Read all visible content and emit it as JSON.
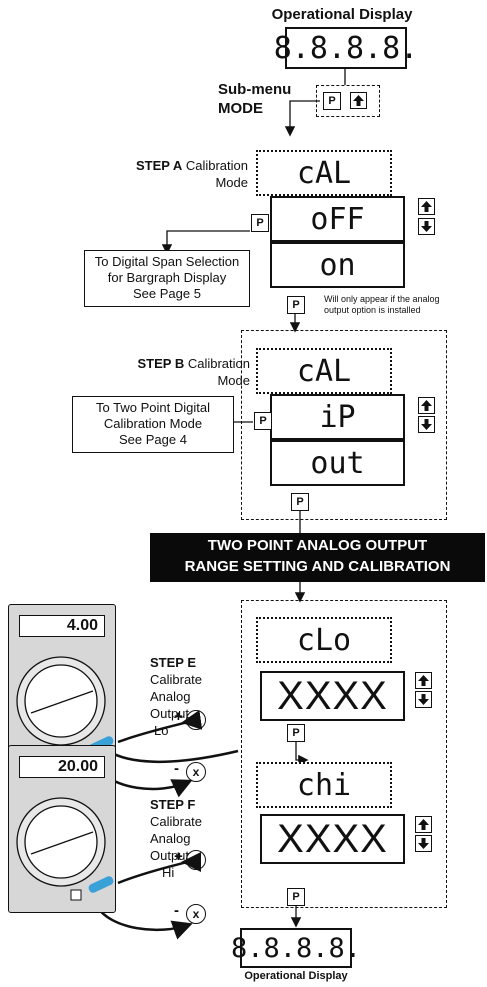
{
  "top": {
    "title": "Operational Display",
    "display": "8.8.8.8."
  },
  "submenu": {
    "label_line1": "Sub-menu",
    "label_line2": "MODE",
    "p_button": "P"
  },
  "step_a": {
    "step": "STEP A",
    "desc_line1": "Calibration",
    "desc_line2": "Mode",
    "display_title": "cAL",
    "option1": "oFF",
    "option2": "on",
    "p_button": "P",
    "note_line1": "To Digital Span Selection",
    "note_line2": "for Bargraph Display",
    "note_line3": "See Page 5",
    "footnote_line1": "Will only appear if the analog",
    "footnote_line2": "output option is installed"
  },
  "step_b": {
    "step": "STEP B",
    "desc_line1": "Calibration",
    "desc_line2": "Mode",
    "display_title": "cAL",
    "option1": "iP",
    "option2": "out",
    "p_button": "P",
    "note_line1": "To Two Point Digital",
    "note_line2": "Calibration Mode",
    "note_line3": "See Page 4"
  },
  "banner": {
    "line1": "TWO POINT ANALOG OUTPUT",
    "line2": "RANGE SETTING AND CALIBRATION"
  },
  "step_e": {
    "step": "STEP E",
    "desc_line1": "Calibrate",
    "desc_line2": "Analog",
    "desc_line3": "Output",
    "desc_line4": "Lo",
    "display_title": "cLo",
    "value": "XXXX",
    "meter_reading": "4.00",
    "plus": "+",
    "minus": "-",
    "probe": "x"
  },
  "step_f": {
    "step": "STEP F",
    "desc_line1": "Calibrate",
    "desc_line2": "Analog",
    "desc_line3": "Output",
    "desc_line4": "Hi",
    "display_title": "chi",
    "value": "XXXX",
    "meter_reading": "20.00",
    "plus": "+",
    "minus": "-",
    "probe": "x"
  },
  "bottom": {
    "title": "Operational Display",
    "display": "8.8.8.8."
  },
  "p_label": "P",
  "icons": [
    "up-arrow-icon",
    "down-arrow-icon",
    "multimeter-icon",
    "probe-icon"
  ]
}
